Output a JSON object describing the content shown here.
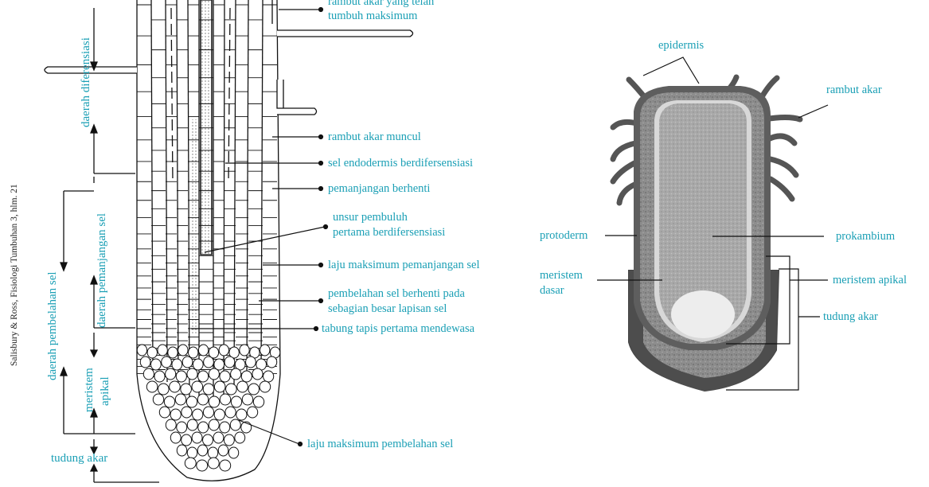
{
  "credit": "Salisbury & Ross, Fisiologi Tumbuhan 3, hlm. 21",
  "left_zones": {
    "diferensiasi": "daerah diferensiasi",
    "pemanjangan": "daerah pemanjangan sel",
    "pembelahan": "daerah pembelahan sel",
    "meristem_line1": "meristem",
    "meristem_line2": "apikal",
    "tudung": "tudung akar"
  },
  "left_labels": {
    "rambut_max_1": "rambut akar yang telah",
    "rambut_max_2": "tumbuh maksimum",
    "rambut_muncul": "rambut akar muncul",
    "endodermis": "sel endodermis berdifersensiasi",
    "pemanjangan_berhenti": "pemanjangan berhenti",
    "pembuluh_1": "unsur pembuluh",
    "pembuluh_2": "pertama berdifersensiasi",
    "laju_pemanjangan": "laju maksimum pemanjangan sel",
    "pembelahan_berhenti_1": "pembelahan sel berhenti pada",
    "pembelahan_berhenti_2": "sebagian besar lapisan sel",
    "tabung_tapis": "tabung tapis pertama mendewasa",
    "laju_pembelahan": "laju maksimum pembelahan sel"
  },
  "right_labels": {
    "epidermis": "epidermis",
    "rambut_akar": "rambut akar",
    "protoderm": "protoderm",
    "prokambium": "prokambium",
    "meristem_dasar_1": "meristem",
    "meristem_dasar_2": "dasar",
    "meristem_apikal": "meristem apikal",
    "tudung_akar": "tudung akar"
  },
  "colors": {
    "label": "#1a9fb5",
    "line": "#111111",
    "cortex": "#7d7d7d",
    "stele": "#9a9a9a",
    "cap": "#6f6f6f",
    "meristem": "#e8e8e8"
  }
}
